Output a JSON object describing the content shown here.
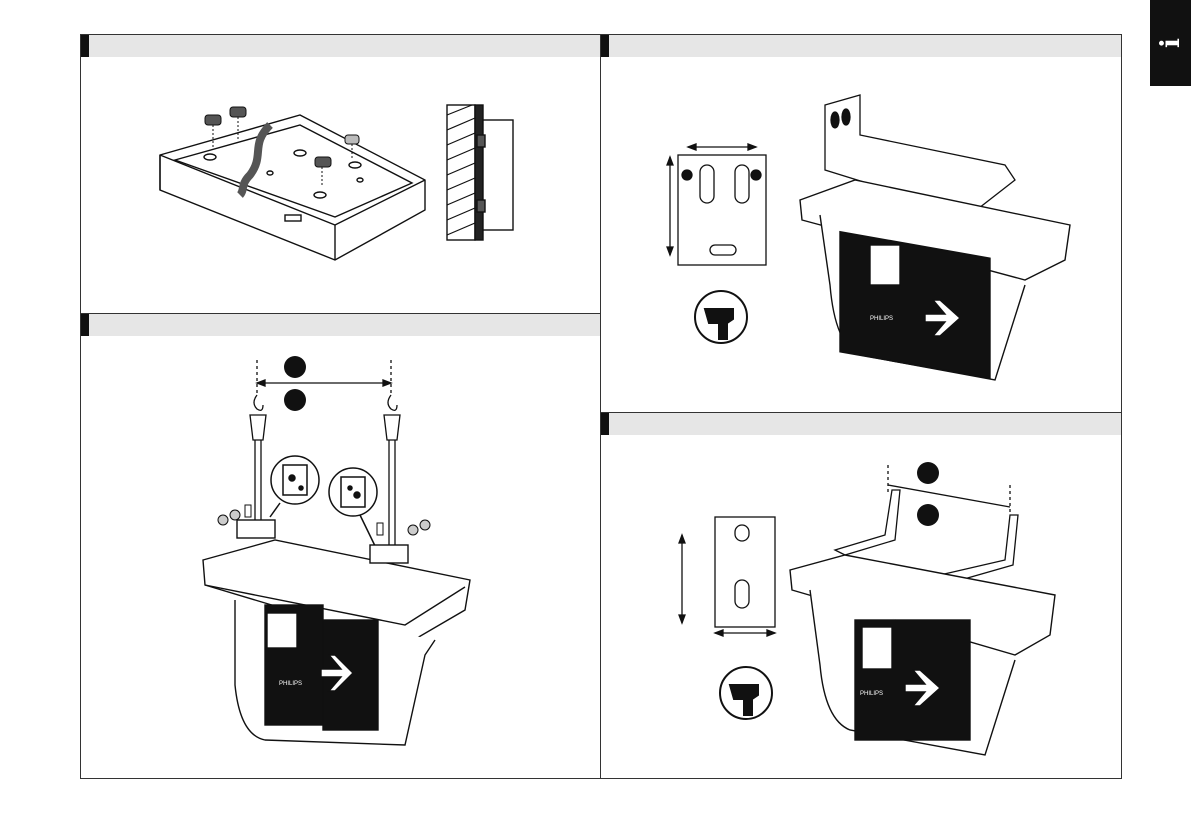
{
  "info_tab": {
    "label": "i",
    "icon": "info-icon"
  },
  "panels": [
    {
      "id": "panel-top-left",
      "description_icons": [
        "exit-sign-base-icon",
        "grommet-icon",
        "cable-icon",
        "wall-section-icon"
      ]
    },
    {
      "id": "panel-bottom-left",
      "description_icons": [
        "suspension-wire-icon",
        "screw-icon",
        "nut-icon",
        "knockout-detail-icon"
      ]
    },
    {
      "id": "panel-top-right",
      "description_icons": [
        "mounting-template-icon",
        "drill-icon",
        "bracket-icon",
        "exit-sign-icon"
      ]
    },
    {
      "id": "panel-bottom-right",
      "description_icons": [
        "mounting-template-icon",
        "drill-icon",
        "bracket-icon",
        "exit-sign-icon"
      ]
    }
  ],
  "exit_sign_brand": "PHILIPS",
  "colors": {
    "header_bar": "#e6e6e6",
    "mark": "#111111",
    "line": "#333333"
  }
}
